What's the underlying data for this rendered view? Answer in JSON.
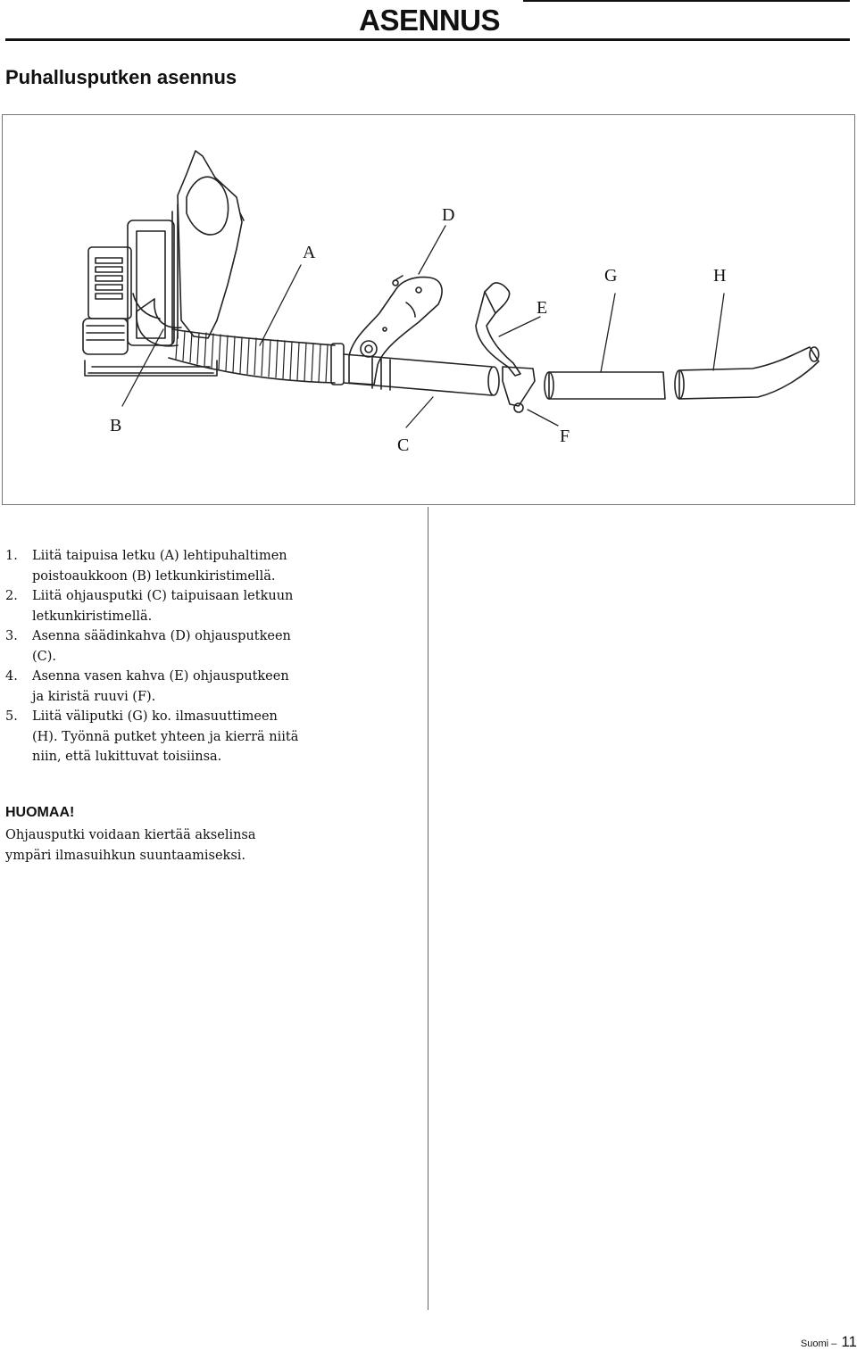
{
  "header": {
    "title": "ASENNUS"
  },
  "section": {
    "title": "Puhallusputken asennus"
  },
  "figure": {
    "callouts": {
      "A": "A",
      "B": "B",
      "C": "C",
      "D": "D",
      "E": "E",
      "F": "F",
      "G": "G",
      "H": "H"
    }
  },
  "steps": [
    {
      "num": "1.",
      "text": "Liitä taipuisa letku (A) lehtipuhaltimen poistoaukkoon (B) letkunkiristimellä."
    },
    {
      "num": "2.",
      "text": "Liitä ohjausputki (C) taipuisaan letkuun letkunkiristimellä."
    },
    {
      "num": "3.",
      "text": "Asenna säädinkahva (D) ohjausputkeen (C)."
    },
    {
      "num": "4.",
      "text": "Asenna vasen kahva (E) ohjausputkeen ja kiristä ruuvi (F)."
    },
    {
      "num": "5.",
      "text": "Liitä väliputki (G) ko. ilmasuuttimeen (H). Työnnä putket yhteen ja kierrä niitä niin, että lukittuvat toisiinsa."
    }
  ],
  "note": {
    "heading": "HUOMAA!",
    "text": "Ohjausputki voidaan kiertää akselinsa ympäri ilmasuihkun suuntaamiseksi."
  },
  "footer": {
    "language": "Suomi",
    "dash": "–",
    "page": "11"
  }
}
